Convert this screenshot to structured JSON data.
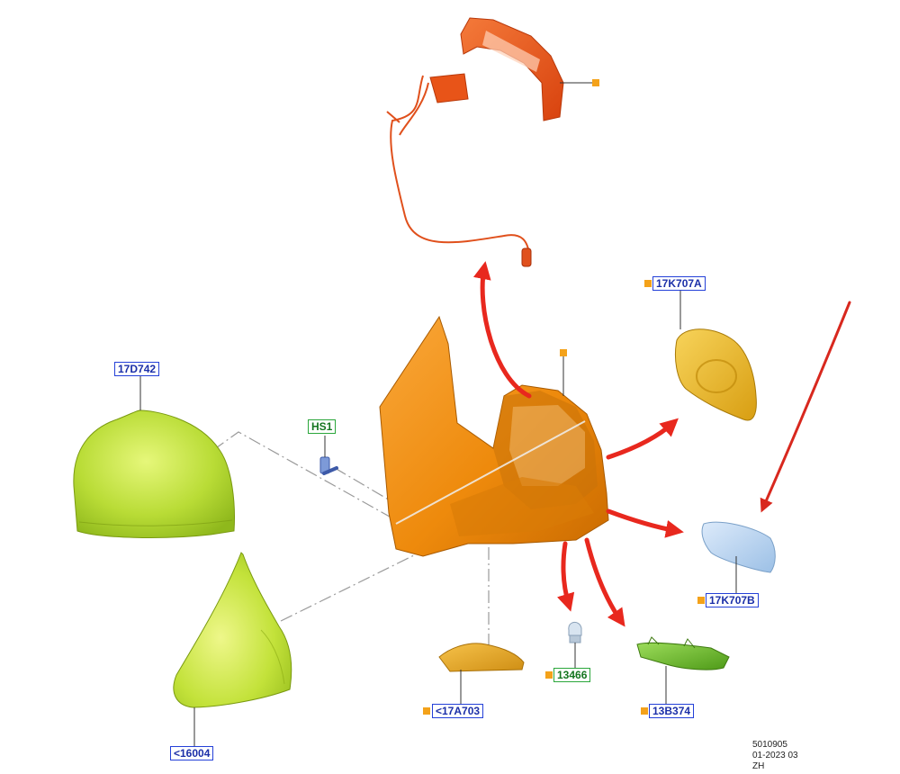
{
  "callouts": {
    "c17D742": "17D742",
    "cHS1": "HS1",
    "c17K707A": "17K707A",
    "c17K707B": "17K707B",
    "c16004": "<16004",
    "c17A703": "<17A703",
    "c13466": "13466",
    "c13B374": "13B374"
  },
  "footer": {
    "ref": "5010905",
    "date": "01-2023 03",
    "code": "ZH"
  },
  "colors": {
    "callout_blue": "#2440d8",
    "callout_green": "#2aa63a",
    "marker": "#f4a21a",
    "arrow": "#e8281e",
    "housing": "#f08a10",
    "cover": "#b8e03a",
    "harness": "#f0551e",
    "glass": "#b8d4ee",
    "glass_heated": "#f0c23a"
  }
}
